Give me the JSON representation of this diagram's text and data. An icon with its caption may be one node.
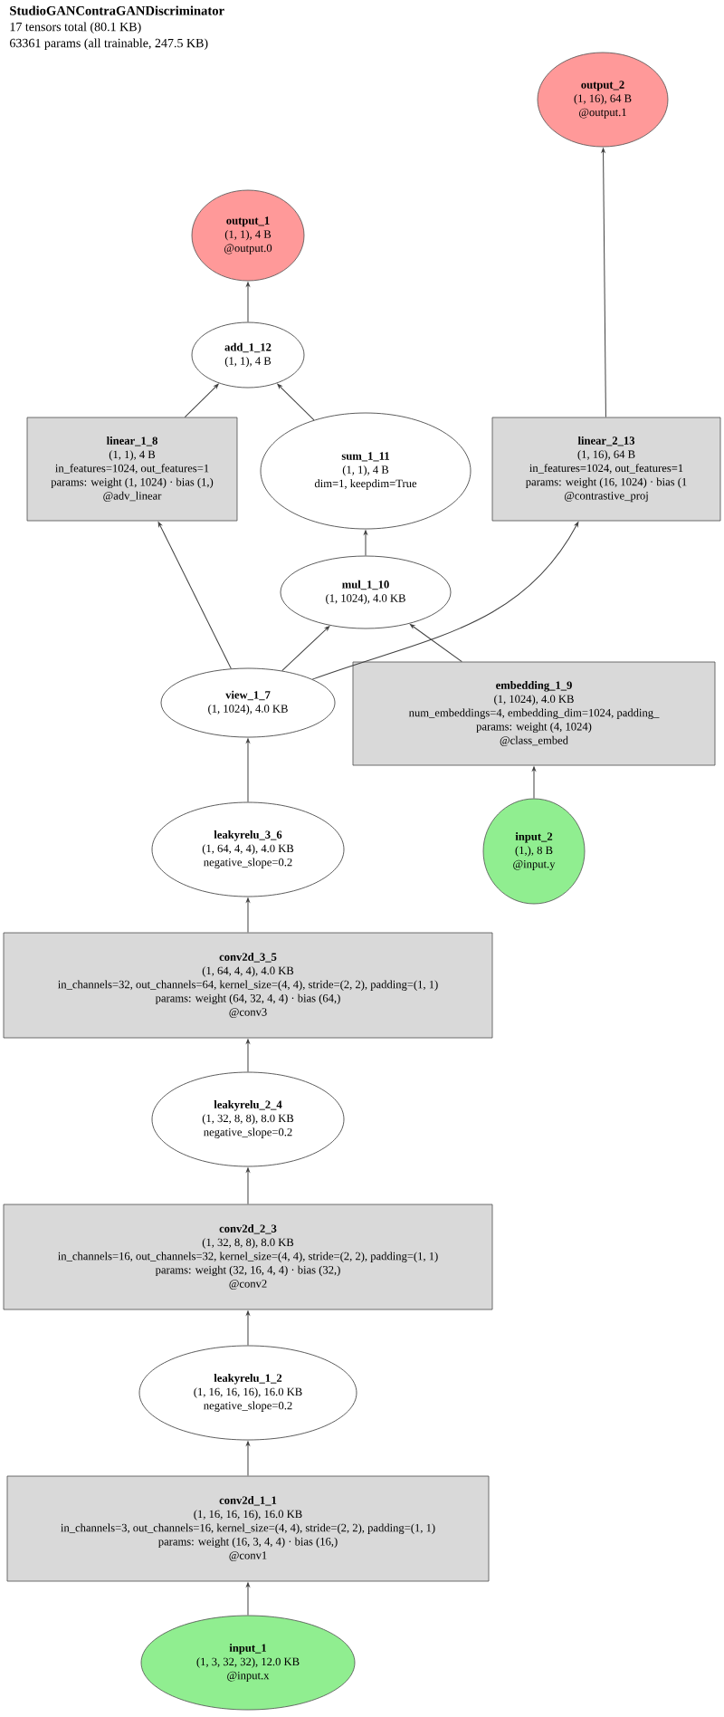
{
  "diagram": {
    "title": "StudioGANContraGANDiscriminator",
    "labels": [
      "17 tensors total (80.1 KB)",
      "63361 params (all trainable, 247.5 KB)"
    ],
    "nodes": [
      {
        "text": [
          "output_2",
          "(1, 16), 64 B",
          "@output.1"
        ]
      },
      {
        "text": [
          "output_1",
          "(1, 1), 4 B",
          "@output.0"
        ]
      },
      {
        "text": [
          "add_1_12",
          "(1, 1), 4 B"
        ]
      },
      {
        "text": [
          "linear_1_8",
          "(1, 1), 4 B",
          "in_features=1024, out_features=1",
          "params: weight (1, 1024) · bias (1,)",
          "@adv_linear"
        ]
      },
      {
        "text": [
          "sum_1_11",
          "(1, 1), 4 B",
          "dim=1, keepdim=True"
        ]
      },
      {
        "text": [
          "linear_2_13",
          "(1, 16), 64 B",
          "in_features=1024, out_features=1",
          "params: weight (16, 1024) · bias (1",
          "@contrastive_proj"
        ]
      },
      {
        "text": [
          "mul_1_10",
          "(1, 1024), 4.0 KB"
        ]
      },
      {
        "text": [
          "view_1_7",
          "(1, 1024), 4.0 KB"
        ]
      },
      {
        "text": [
          "embedding_1_9",
          "(1, 1024), 4.0 KB",
          "num_embeddings=4, embedding_dim=1024, padding_",
          "params: weight (4, 1024)",
          "@class_embed"
        ]
      },
      {
        "text": [
          "leakyrelu_3_6",
          "(1, 64, 4, 4), 4.0 KB",
          "negative_slope=0.2"
        ]
      },
      {
        "text": [
          "input_2",
          "(1,), 8 B",
          "@input.y"
        ]
      },
      {
        "text": [
          "conv2d_3_5",
          "(1, 64, 4, 4), 4.0 KB",
          "in_channels=32, out_channels=64, kernel_size=(4, 4), stride=(2, 2), padding=(1, 1)",
          "params: weight (64, 32, 4, 4) · bias (64,)",
          "@conv3"
        ]
      },
      {
        "text": [
          "leakyrelu_2_4",
          "(1, 32, 8, 8), 8.0 KB",
          "negative_slope=0.2"
        ]
      },
      {
        "text": [
          "conv2d_2_3",
          "(1, 32, 8, 8), 8.0 KB",
          "in_channels=16, out_channels=32, kernel_size=(4, 4), stride=(2, 2), padding=(1, 1)",
          "params: weight (32, 16, 4, 4) · bias (32,)",
          "@conv2"
        ]
      },
      {
        "text": [
          "leakyrelu_1_2",
          "(1, 16, 16, 16), 16.0 KB",
          "negative_slope=0.2"
        ]
      },
      {
        "text": [
          "conv2d_1_1",
          "(1, 16, 16, 16), 16.0 KB",
          "in_channels=3, out_channels=16, kernel_size=(4, 4), stride=(2, 2), padding=(1, 1)",
          "params: weight (16, 3, 4, 4) · bias (16,)",
          "@conv1"
        ]
      },
      {
        "text": [
          "input_1",
          "(1, 3, 32, 32), 12.0 KB",
          "@input.x"
        ]
      }
    ],
    "edges": [
      {
        "from": 16,
        "to": 15,
        "arrow": "to"
      },
      {
        "from": 15,
        "to": 14,
        "arrow": "to"
      },
      {
        "from": 14,
        "to": 13,
        "arrow": "to"
      },
      {
        "from": 13,
        "to": 12,
        "arrow": "to"
      },
      {
        "from": 12,
        "to": 11,
        "arrow": "to"
      },
      {
        "from": 11,
        "to": 9,
        "arrow": "to"
      },
      {
        "from": 9,
        "to": 7,
        "arrow": "to"
      },
      {
        "from": 10,
        "to": 8,
        "arrow": "to"
      },
      {
        "from": 7,
        "to": 3,
        "arrow": "to"
      },
      {
        "from": 7,
        "to": 6,
        "arrow": "to"
      },
      {
        "from": 7,
        "to": 5,
        "arrow": "to"
      },
      {
        "from": 8,
        "to": 6,
        "arrow": "to"
      },
      {
        "from": 6,
        "to": 4,
        "arrow": "to"
      },
      {
        "from": 3,
        "to": 2,
        "arrow": "to"
      },
      {
        "from": 4,
        "to": 2,
        "arrow": "to"
      },
      {
        "from": 2,
        "to": 1,
        "arrow": "to"
      },
      {
        "from": 5,
        "to": 0,
        "arrow": "to"
      }
    ]
  }
}
